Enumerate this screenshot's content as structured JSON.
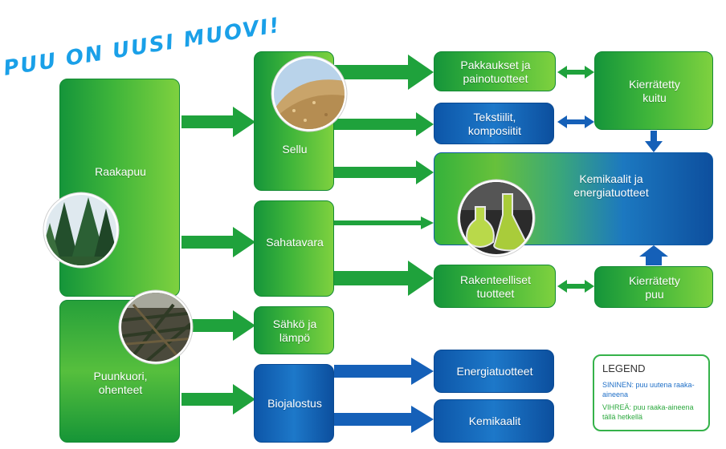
{
  "title": "PUU ON UUSI MUOVI!",
  "colors": {
    "green": "#2fae3c",
    "blue": "#1565c0",
    "title_blue": "#1aa0e8"
  },
  "nodes": {
    "raakapuu": "Raakapuu",
    "puunkuori": "Puunkuori,\nohenteet",
    "sellu": "Sellu",
    "sahatavara": "Sahatavara",
    "sahko": "Sähkö ja\nlämpö",
    "biojalostus": "Biojalostus",
    "pakkaukset": "Pakkaukset ja\npainotuotteet",
    "tekstiilit": "Tekstiilit,\nkomposiitit",
    "kemikaalit_energia": "Kemikaalit ja\nenergiatuotteet",
    "rakenteelliset": "Rakenteelliset\ntuotteet",
    "energiatuotteet": "Energiatuotteet",
    "kemikaalit": "Kemikaalit",
    "kierratetty_kuitu": "Kierrätetty\nkuitu",
    "kierratetty_puu": "Kierrätetty\npuu"
  },
  "legend": {
    "title": "LEGEND",
    "blue": "SININEN: puu uutena raaka-aineena",
    "green": "VIHREÄ: puu raaka-aineena tällä hetkellä"
  },
  "images": [
    "spruce-trees",
    "wood-pulp",
    "lab-flasks",
    "bark-branches"
  ]
}
